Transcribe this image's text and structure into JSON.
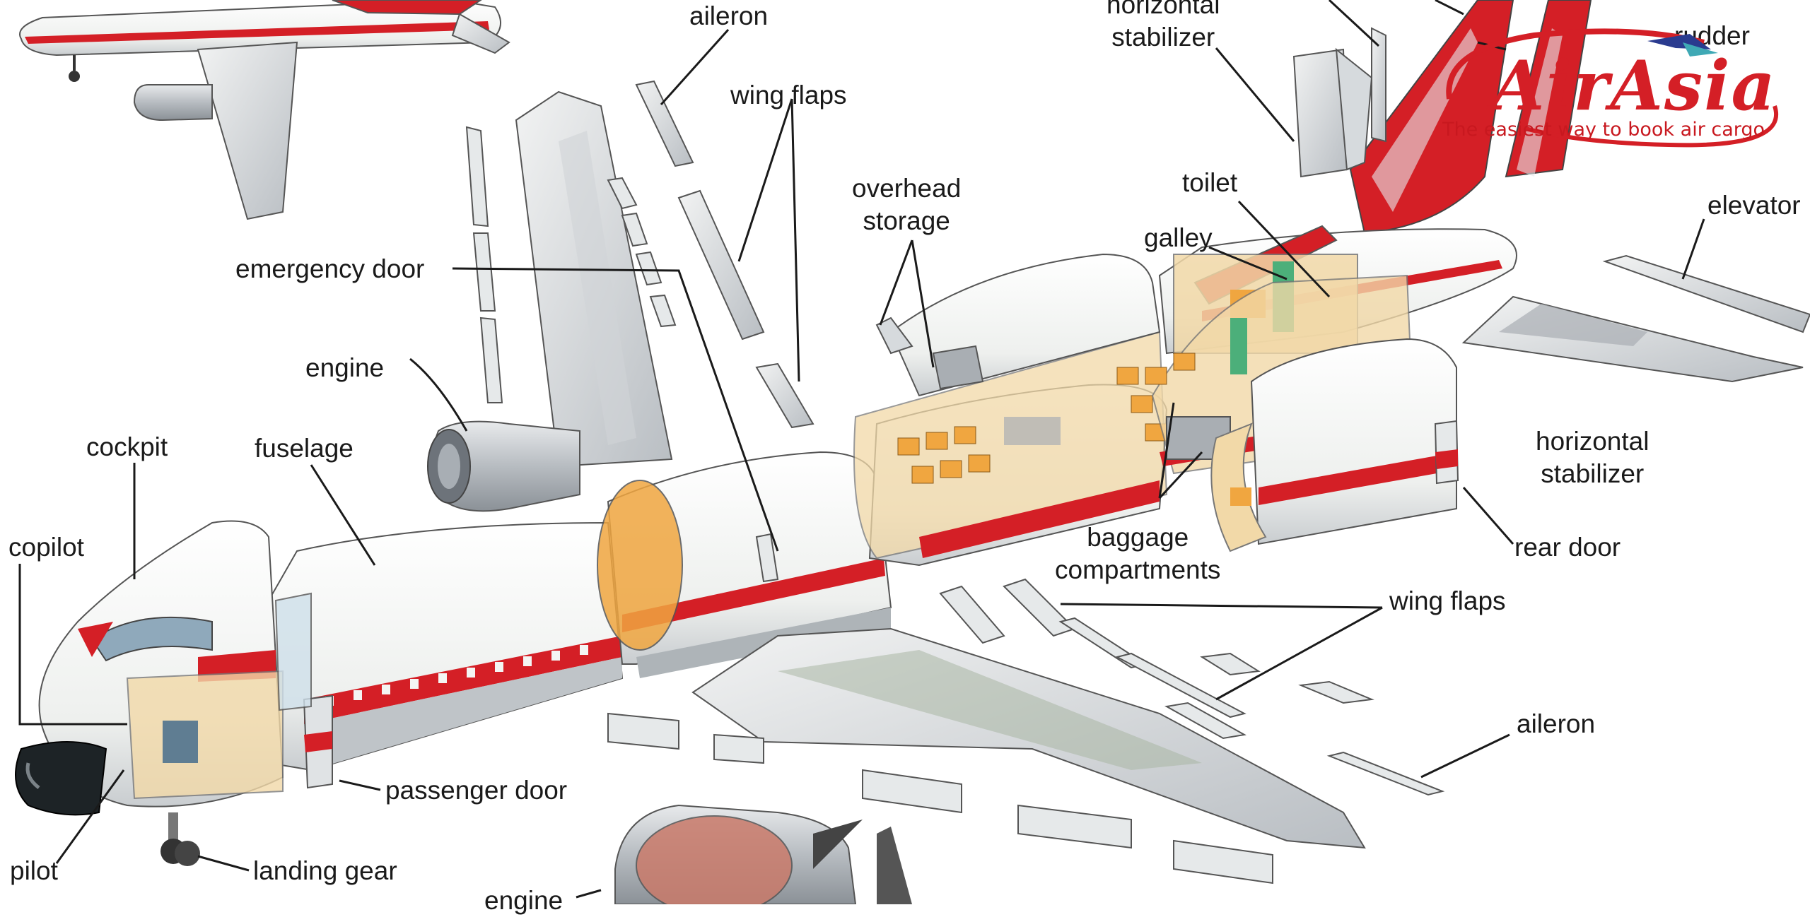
{
  "labels": {
    "aileron_top": "aileron",
    "horizontal_stabilizer_top": "horizontal\nstabilizer",
    "rudder": "rudder",
    "wing_flaps_top": "wing flaps",
    "overhead_storage": "overhead\nstorage",
    "toilet": "toilet",
    "galley": "galley",
    "elevator": "elevator",
    "emergency_door": "emergency door",
    "engine_left": "engine",
    "cockpit": "cockpit",
    "fuselage": "fuselage",
    "horizontal_stabilizer_right": "horizontal\nstabilizer",
    "copilot": "copilot",
    "baggage_compartments": "baggage\ncompartments",
    "rear_door": "rear door",
    "wing_flaps_bottom": "wing flaps",
    "aileron_bottom": "aileron",
    "passenger_door": "passenger door",
    "pilot": "pilot",
    "landing_gear": "landing gear",
    "engine_bottom": "engine"
  },
  "logo": {
    "brand": "AirAsia",
    "tagline": "The easiest way to book air cargo"
  },
  "colors": {
    "brand_red": "#d41f26",
    "fuselage_white": "#f4f5f3",
    "metal_gray": "#c9cdd0",
    "cabin_orange": "#f0a640"
  }
}
